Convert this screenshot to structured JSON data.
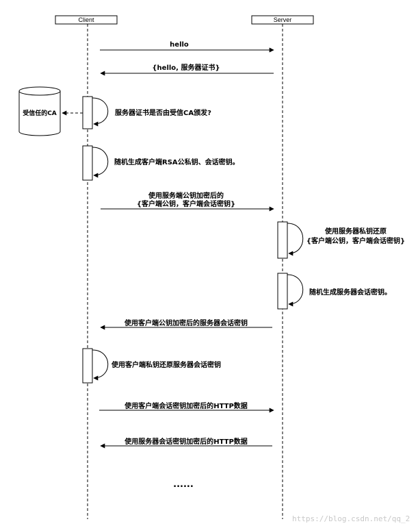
{
  "actors": {
    "client": "Client",
    "server": "Server",
    "ca": "受信任的CA"
  },
  "messages": {
    "m1": "hello",
    "m2": "{hello, 服务器证书}",
    "m3_line1": "使用服务端公钥加密后的",
    "m3_line2": "{客户端公钥，客户端会话密钥}",
    "m4": "使用客户端公钥加密后的服务器会话密钥",
    "m5": "使用客户端会话密钥加密后的HTTP数据",
    "m6": "使用服务器会话密钥加密后的HTTP数据"
  },
  "self_calls": {
    "s1": "服务器证书是否由受信CA颁发?",
    "s2": "随机生成客户端RSA公私钥、会话密钥。",
    "s3_line1": "使用服务器私钥还原",
    "s3_line2": "{客户端公钥，客户端会话密钥}",
    "s4": "随机生成服务器会话密钥。",
    "s5": "使用客户端私钥还原服务器会话密钥"
  },
  "ellipsis": "......",
  "watermark": "https://blog.csdn.net/qq_2"
}
